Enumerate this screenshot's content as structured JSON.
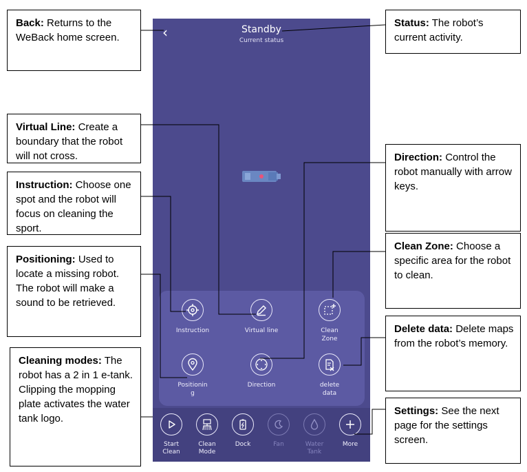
{
  "screen": {
    "status_title": "Standby",
    "status_subtitle": "Current status",
    "back_glyph": "‹",
    "colors": {
      "background": "#4c4a8d",
      "panel": "#5c5aa3",
      "bottom_bar": "#43417f"
    }
  },
  "tools": [
    {
      "label": "Instruction",
      "icon": "crosshair-icon"
    },
    {
      "label": "Virtual line",
      "icon": "pencil-icon"
    },
    {
      "label": "Clean Zone",
      "icon": "zone-icon"
    },
    {
      "label": "Positioning",
      "icon": "location-pin-icon"
    },
    {
      "label": "Direction",
      "icon": "direction-pad-icon"
    },
    {
      "label": "delete data",
      "icon": "delete-data-icon"
    }
  ],
  "bottom_bar": [
    {
      "label": "Start Clean",
      "icon": "play-icon",
      "enabled": true
    },
    {
      "label": "Clean Mode",
      "icon": "broom-icon",
      "enabled": true
    },
    {
      "label": "Dock",
      "icon": "battery-icon",
      "enabled": true
    },
    {
      "label": "Fan",
      "icon": "moon-icon",
      "enabled": false
    },
    {
      "label": "Water Tank",
      "icon": "water-drop-icon",
      "enabled": false
    },
    {
      "label": "More",
      "icon": "plus-icon",
      "enabled": true
    }
  ],
  "notes": {
    "back": {
      "title": "Back:",
      "text": "Returns to the WeBack home screen."
    },
    "status": {
      "title": "Status:",
      "text": "The robot’s current activity."
    },
    "virtual_line": {
      "title": "Virtual Line:",
      "text": "Create a boundary that the robot will not cross."
    },
    "direction": {
      "title": "Direction:",
      "text": "Control the robot manually with arrow keys."
    },
    "instruction": {
      "title": "Instruction:",
      "text": "Choose one spot and the robot will focus on cleaning the sport."
    },
    "clean_zone": {
      "title": "Clean Zone:",
      "text": "Choose a specific area for the robot to clean."
    },
    "positioning": {
      "title": "Positioning:",
      "text": "Used to locate a missing robot. The robot will make a sound to be retrieved."
    },
    "delete_data": {
      "title": "Delete data:",
      "text": "Delete maps from the robot’s memory."
    },
    "cleaning_modes": {
      "title": "Cleaning modes:",
      "text": "The robot has a 2 in 1 e-tank. Clipping the mopping plate activates the water tank logo."
    },
    "settings": {
      "title": "Settings:",
      "text": "See the next page for the settings screen."
    }
  }
}
